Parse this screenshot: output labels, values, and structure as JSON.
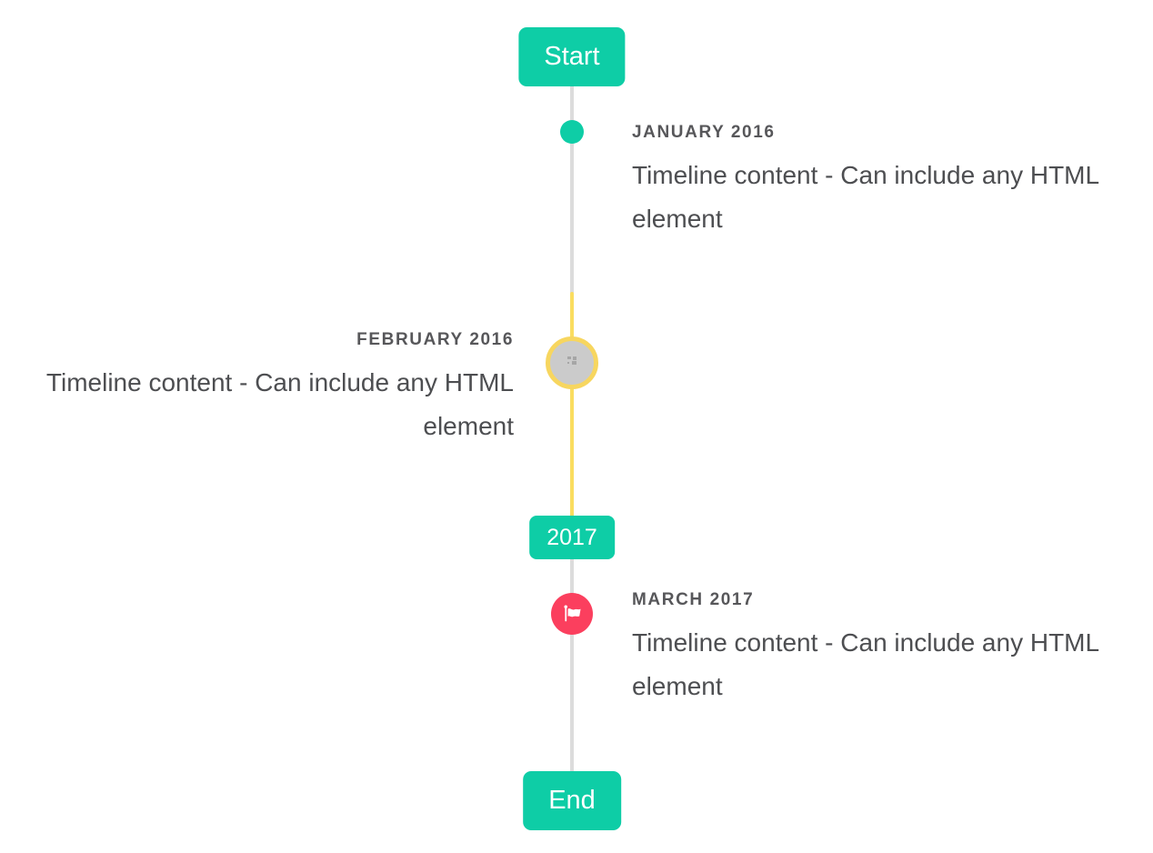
{
  "timeline": {
    "start_label": "Start",
    "end_label": "End",
    "year_divider": "2017",
    "items": [
      {
        "title": "JANUARY 2016",
        "content": "Timeline content - Can include any HTML element",
        "side": "right",
        "marker": "teal-dot"
      },
      {
        "title": "FEBRUARY 2016",
        "content": "Timeline content - Can include any HTML element",
        "side": "left",
        "marker": "broken-image-circle"
      },
      {
        "title": "MARCH 2017",
        "content": "Timeline content - Can include any HTML element",
        "side": "right",
        "marker": "flag-circle"
      }
    ],
    "icons": {
      "flag": "flag-icon",
      "broken_image": "broken-image-icon"
    },
    "colors": {
      "accent_teal": "#0ECDA6",
      "flag_red": "#FB3F5E",
      "highlight_yellow": "#FADD60",
      "ring_yellow": "#F7D65F",
      "line_gray": "#DCDCDC",
      "disc_gray": "#CBCBCB",
      "title_text": "#57575A",
      "content_text": "#4D4E51"
    }
  }
}
